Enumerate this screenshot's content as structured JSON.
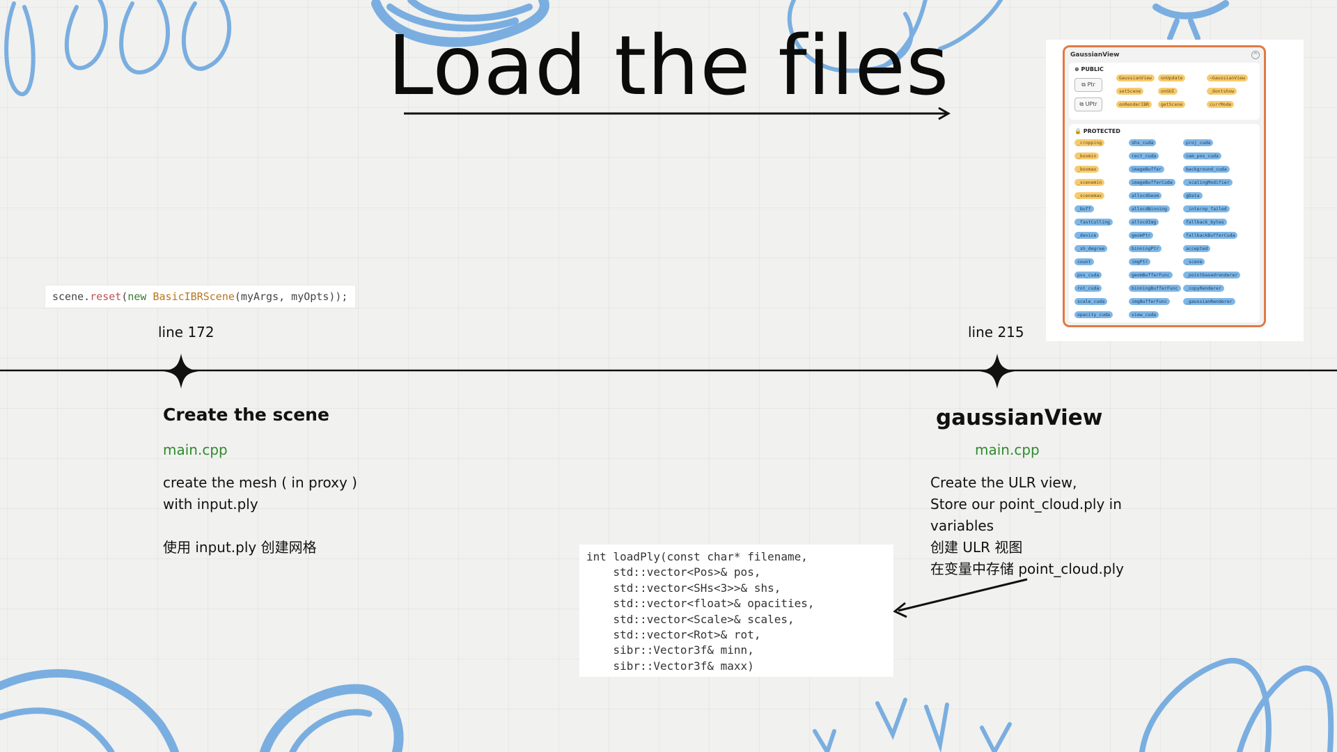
{
  "title": "Load the files",
  "colors": {
    "accent_blue": "#7aaee0",
    "file_green": "#2e8b2e",
    "card_border": "#e07a42"
  },
  "code_inline": {
    "object": "scene",
    "method": "reset",
    "keyword": "new",
    "class_name": "BasicIBRScene",
    "args": "(myArgs, myOpts));"
  },
  "timeline": {
    "left": {
      "line_label": "line 172",
      "heading": "Create the scene",
      "file": "main.cpp",
      "desc_lines": [
        "create the mesh ( in proxy )",
        "with input.ply"
      ],
      "desc_cn": "使用 input.ply 创建网格"
    },
    "right": {
      "line_label": "line 215",
      "heading": "gaussianView",
      "file": "main.cpp",
      "desc_lines": [
        "Create the ULR view,",
        "Store our point_cloud.ply in",
        "variables",
        "创建 ULR 视图",
        "在变量中存储 point_cloud.ply"
      ]
    }
  },
  "code_block": {
    "lines": [
      "int loadPly(const char* filename,",
      "    std::vector<Pos>& pos,",
      "    std::vector<SHs<3>>& shs,",
      "    std::vector<float>& opacities,",
      "    std::vector<Scale>& scales,",
      "    std::vector<Rot>& rot,",
      "    sibr::Vector3f& minn,",
      "    sibr::Vector3f& maxx)"
    ]
  },
  "class_diagram": {
    "name": "GaussianView",
    "public_label": "PUBLIC",
    "protected_label": "PROTECTED",
    "ptr_buttons": [
      "Ptr",
      "UPtr"
    ],
    "public_members": [
      [
        "GaussianView",
        "onUpdate",
        "~GaussianView"
      ],
      [
        "setScene",
        "onGUI",
        "_dontshow"
      ],
      [
        "onRenderIBR",
        "getScene",
        "currMode"
      ]
    ],
    "protected_col1": [
      "_cropping",
      "_boxmin",
      "_boxmax",
      "_scenemin",
      "_scenemax",
      "_buff",
      "_fastCulling",
      "_device",
      "_sh_degree",
      "count",
      "pos_cuda",
      "rot_cuda",
      "scale_cuda",
      "opacity_cuda"
    ],
    "protected_col2": [
      "shs_cuda",
      "rect_cuda",
      "imageBuffer",
      "imageBufferCuda",
      "allocdGeom",
      "allocdBinning",
      "allocdImg",
      "geomPtr",
      "binningPtr",
      "imgPtr",
      "geomBufferFunc",
      "binningBufferFunc",
      "imgBufferFunc",
      "view_cuda"
    ],
    "protected_col3": [
      "proj_cuda",
      "cam_pos_cuda",
      "background_cuda",
      "_scalingModifier",
      "gData",
      "_interop_failed",
      "fallback_bytes",
      "fallbackBufferCuda",
      "accepted",
      "_scene",
      "_pointbasedrenderer",
      "_copyRenderer",
      "_gaussianRenderer"
    ]
  }
}
